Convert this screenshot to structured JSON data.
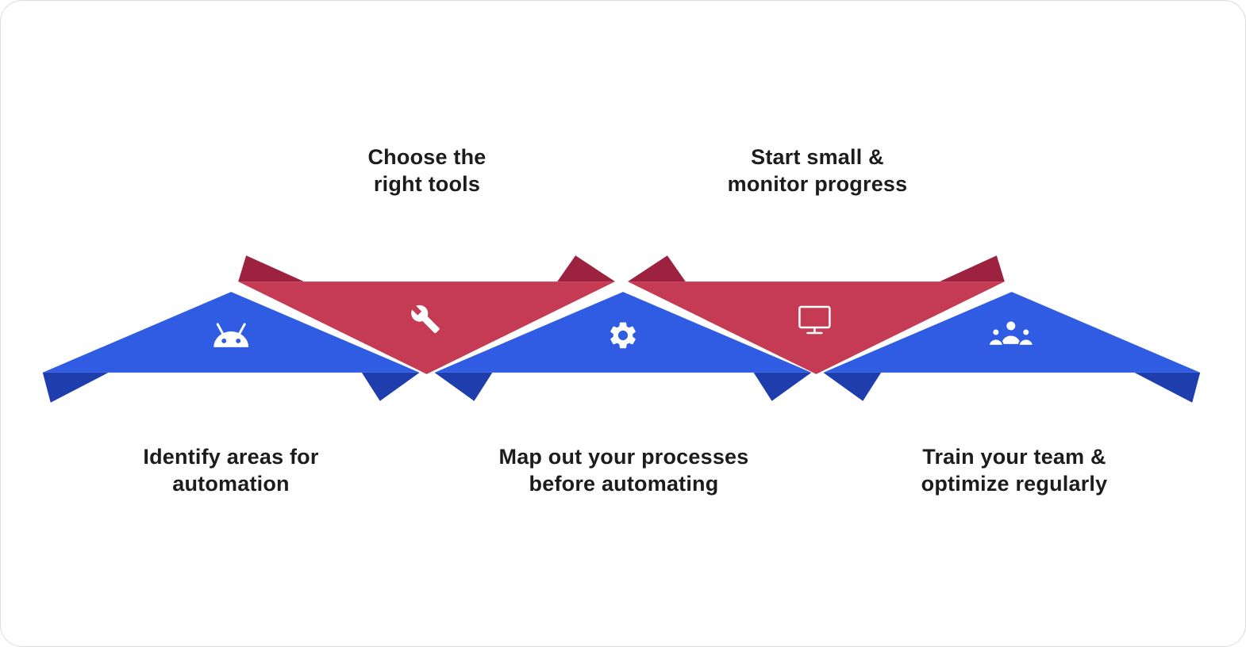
{
  "diagram": {
    "type": "zigzag-ribbon-process",
    "colors": {
      "blue": "#2f5ce2",
      "blue_dark": "#1e3eae",
      "red": "#c63b54",
      "red_dark": "#9c2240",
      "icon": "#ffffff",
      "text": "#1c1c1e",
      "frame_border": "#dcdcdc",
      "background": "#ffffff"
    },
    "steps": [
      {
        "id": 1,
        "color": "blue",
        "icon": "robot-icon",
        "label_position": "below",
        "lines": [
          "Identify areas for",
          "automation"
        ]
      },
      {
        "id": 2,
        "color": "red",
        "icon": "wrench-icon",
        "label_position": "above",
        "lines": [
          "Choose the",
          "right tools"
        ]
      },
      {
        "id": 3,
        "color": "blue",
        "icon": "gear-icon",
        "label_position": "below",
        "lines": [
          "Map out your processes",
          "before automating"
        ]
      },
      {
        "id": 4,
        "color": "red",
        "icon": "monitor-icon",
        "label_position": "above",
        "lines": [
          "Start small &",
          "monitor progress"
        ]
      },
      {
        "id": 5,
        "color": "blue",
        "icon": "team-icon",
        "label_position": "below",
        "lines": [
          "Train your team &",
          "optimize regularly"
        ]
      }
    ]
  }
}
